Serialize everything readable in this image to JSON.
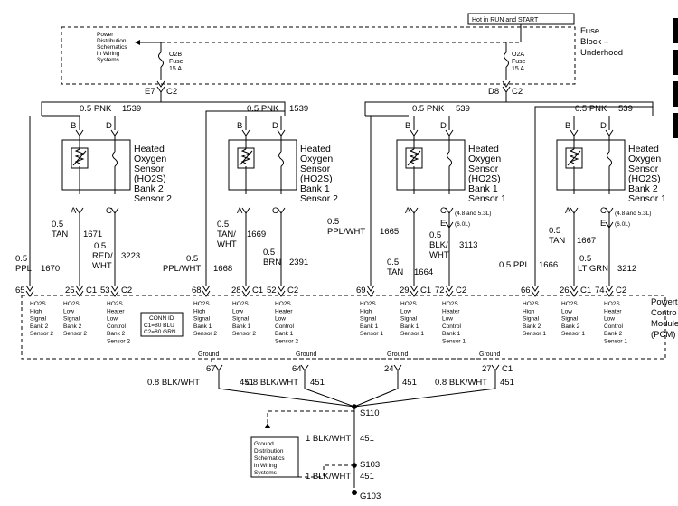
{
  "power_label": "Hot in RUN and START",
  "fuse_block_label": [
    "Fuse",
    "Block –",
    "Underhood"
  ],
  "power_dist_ref": [
    "Power",
    "Distribution",
    "Schematics",
    "in Wiring",
    "Systems"
  ],
  "fuses": [
    {
      "lines": [
        "O2B",
        "Fuse",
        "15 A"
      ]
    },
    {
      "lines": [
        "O2A",
        "Fuse",
        "15 A"
      ]
    }
  ],
  "fuse_connectors": [
    {
      "pin": "E7",
      "conn": "C2"
    },
    {
      "pin": "D8",
      "conn": "C2"
    }
  ],
  "sensors": [
    {
      "feed_wire": "0.5 PNK",
      "feed_circuit": "1539",
      "pin_b": "B",
      "pin_d": "D",
      "pin_a": "A",
      "pin_c": "C",
      "name": [
        "Heated",
        "Oxygen",
        "Sensor",
        "(HO2S)",
        "Bank 2",
        "Sensor 2"
      ],
      "extra_pin": "",
      "extra_note": "",
      "note_b": "",
      "note_c": ""
    },
    {
      "feed_wire": "0.5 PNK",
      "feed_circuit": "1539",
      "pin_b": "B",
      "pin_d": "D",
      "pin_a": "A",
      "pin_c": "C",
      "name": [
        "Heated",
        "Oxygen",
        "Sensor",
        "(HO2S)",
        "Bank 1",
        "Sensor 2"
      ],
      "extra_pin": "",
      "extra_note": "",
      "note_b": "",
      "note_c": ""
    },
    {
      "feed_wire": "0.5 PNK",
      "feed_circuit": "539",
      "pin_b": "B",
      "pin_d": "D",
      "pin_a": "A",
      "pin_c": "C",
      "name": [
        "Heated",
        "Oxygen",
        "Sensor",
        "(HO2S)",
        "Bank 1",
        "Sensor 1"
      ],
      "extra_pin": "E",
      "note_c": "(4.8 and 5.3L)",
      "note_e": "(6.0L)"
    },
    {
      "feed_wire": "0.5 PNK",
      "feed_circuit": "539",
      "pin_b": "B",
      "pin_d": "D",
      "pin_a": "A",
      "pin_c": "C",
      "name": [
        "Heated",
        "Oxygen",
        "Sensor",
        "(HO2S)",
        "Bank 2",
        "Sensor 1"
      ],
      "extra_pin": "E",
      "note_c": "(4.8 and 5.3L)",
      "note_e": "(6.0L)"
    }
  ],
  "wires": [
    {
      "size": "0.5",
      "color": "PPL",
      "circuit": "1670",
      "pcm_pin": "65",
      "conn": ""
    },
    {
      "size": "0.5",
      "color": "TAN",
      "circuit": "1671",
      "pcm_pin": "25",
      "conn": "C1"
    },
    {
      "size": "0.5",
      "color": [
        "RED/",
        "WHT"
      ],
      "circuit": "3223",
      "pcm_pin": "53",
      "conn": "C2"
    },
    {
      "size": "0.5",
      "color": "PPL/WHT",
      "circuit": "1668",
      "pcm_pin": "68",
      "conn": ""
    },
    {
      "size": "0.5",
      "color": [
        "TAN/",
        "WHT"
      ],
      "circuit": "1669",
      "pcm_pin": "28",
      "conn": "C1"
    },
    {
      "size": "0.5",
      "color": "BRN",
      "circuit": "2391",
      "pcm_pin": "52",
      "conn": "C2"
    },
    {
      "size": "0.5",
      "color": "PPL/WHT",
      "circuit": "1665",
      "pcm_pin": "69",
      "conn": ""
    },
    {
      "size": "0.5",
      "color": "TAN",
      "circuit": "1664",
      "pcm_pin": "29",
      "conn": "C1"
    },
    {
      "size": "0.5",
      "color": [
        "BLK/",
        "WHT"
      ],
      "circuit": "3113",
      "pcm_pin": "72",
      "conn": "C2"
    },
    {
      "size": "0.5",
      "color": "PPL",
      "circuit": "1666",
      "pcm_pin": "66",
      "conn": ""
    },
    {
      "size": "0.5",
      "color": "TAN",
      "circuit": "1667",
      "pcm_pin": "26",
      "conn": "C1"
    },
    {
      "size": "0.5",
      "color": "LT GRN",
      "circuit": "3212",
      "pcm_pin": "74",
      "conn": "C2"
    }
  ],
  "pcm_terminals": [
    [
      "HO2S",
      "High",
      "Signal",
      "Bank 2",
      "Sensor 2"
    ],
    [
      "HO2S",
      "Low",
      "Signal",
      "Bank 2",
      "Sensor 2"
    ],
    [
      "HO2S",
      "Heater",
      "Low",
      "Control",
      "Bank 2",
      "Sensor 2"
    ],
    [
      "HO2S",
      "High",
      "Signal",
      "Bank 1",
      "Sensor 2"
    ],
    [
      "HO2S",
      "Low",
      "Signal",
      "Bank 1",
      "Sensor 2"
    ],
    [
      "HO2S",
      "Heater",
      "Low",
      "Control",
      "Bank 1",
      "Sensor 2"
    ],
    [
      "HO2S",
      "High",
      "Signal",
      "Bank 1",
      "Sensor 1"
    ],
    [
      "HO2S",
      "Low",
      "Signal",
      "Bank 1",
      "Sensor 1"
    ],
    [
      "HO2S",
      "Heater",
      "Low",
      "Control",
      "Bank 1",
      "Sensor 1"
    ],
    [
      "HO2S",
      "High",
      "Signal",
      "Bank 2",
      "Sensor 1"
    ],
    [
      "HO2S",
      "Low",
      "Signal",
      "Bank 2",
      "Sensor 1"
    ],
    [
      "HO2S",
      "Heater",
      "Low",
      "Control",
      "Bank 2",
      "Sensor 1"
    ]
  ],
  "conn_id": {
    "title": "CONN ID",
    "line1": "C1=80 BLU",
    "line2": "C2=80 GRN"
  },
  "pcm_label": [
    "Powert",
    "Contro",
    "Module",
    "(PCM)"
  ],
  "grounds": [
    {
      "label": "Ground",
      "pin": "67",
      "wire": "0.8 BLK/WHT",
      "circuit": "451",
      "conn": ""
    },
    {
      "label": "Ground",
      "pin": "64",
      "wire": "0.8 BLK/WHT",
      "circuit": "451",
      "conn": ""
    },
    {
      "label": "Ground",
      "pin": "24",
      "wire": "",
      "circuit": "451",
      "conn": ""
    },
    {
      "label": "Ground",
      "pin": "27",
      "wire": "0.8 BLK/WHT",
      "circuit": "451",
      "conn": "C1"
    }
  ],
  "splices": {
    "s110": "S110",
    "s103": "S103",
    "g103": "G103"
  },
  "ground_wires": [
    {
      "wire": "1 BLK/WHT",
      "circuit": "451"
    },
    {
      "wire": "1 BLK/WHT",
      "circuit": "451"
    }
  ],
  "ground_dist_ref": [
    "Ground",
    "Distribution",
    "Schematics",
    "in Wiring",
    "Systems"
  ]
}
